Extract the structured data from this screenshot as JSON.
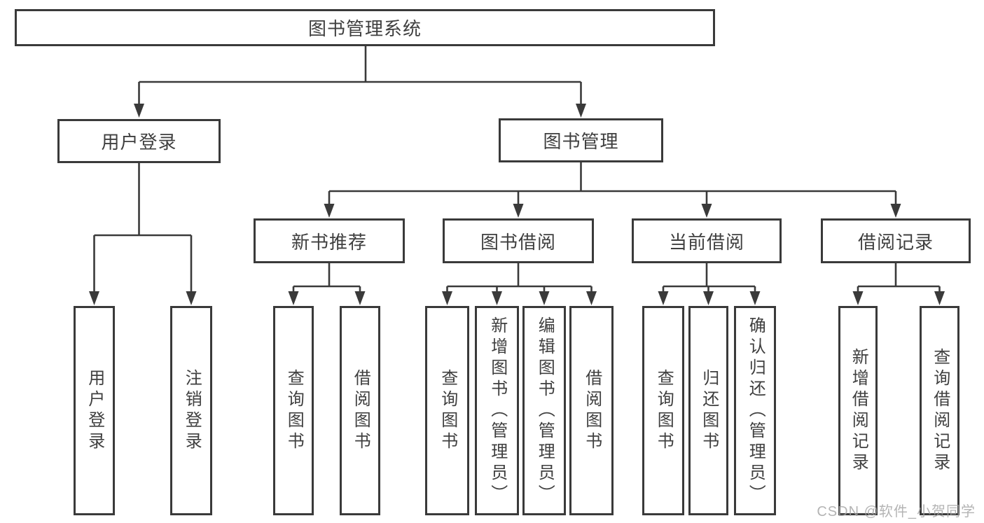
{
  "tree": {
    "root": {
      "label": "图书管理系统"
    },
    "branches": [
      {
        "label": "用户登录",
        "children": [
          {
            "label": "用户登录"
          },
          {
            "label": "注销登录"
          }
        ]
      },
      {
        "label": "图书管理",
        "children": [
          {
            "label": "新书推荐",
            "children": [
              {
                "label": "查询图书"
              },
              {
                "label": "借阅图书"
              }
            ]
          },
          {
            "label": "图书借阅",
            "children": [
              {
                "label": "查询图书"
              },
              {
                "label": "新增图书（管理员）"
              },
              {
                "label": "编辑图书（管理员）"
              },
              {
                "label": "借阅图书"
              }
            ]
          },
          {
            "label": "当前借阅",
            "children": [
              {
                "label": "查询图书"
              },
              {
                "label": "归还图书"
              },
              {
                "label": "确认归还（管理员）"
              }
            ]
          },
          {
            "label": "借阅记录",
            "children": [
              {
                "label": "新增借阅记录"
              },
              {
                "label": "查询借阅记录"
              }
            ]
          }
        ]
      }
    ]
  },
  "watermark": {
    "text": "CSDN @软件_小贺同学"
  },
  "colors": {
    "line": "#3a3a3a",
    "box_border": "#3a3a3a",
    "text": "#3f3f3f",
    "watermark": "#a4a4a4",
    "background": "#ffffff"
  }
}
